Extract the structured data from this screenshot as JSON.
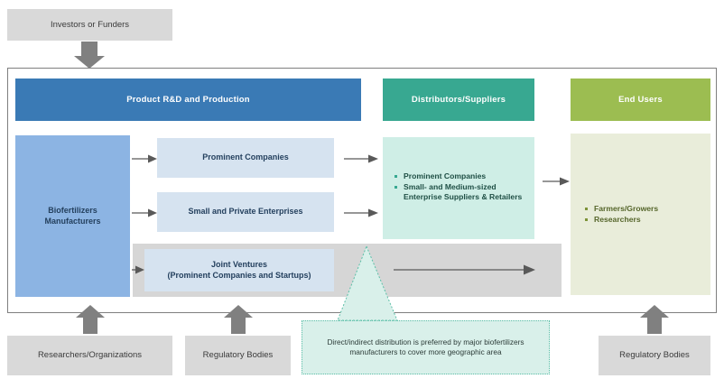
{
  "diagram": {
    "title_absent": true,
    "colors": {
      "header_blue": "#3a7ab5",
      "header_teal": "#38a891",
      "header_green": "#9cbd51",
      "panel_blue": "#8cb4e3",
      "box_lightblue": "#d6e3f0",
      "panel_lightteal": "#cfeee6",
      "panel_lightgreen": "#e9edda",
      "grey_box": "#d9d9d9",
      "grey_band": "#d6d6d6",
      "arrow_grey": "#808080",
      "arrow_dark": "#595959",
      "callout_fill": "#d9f0ea",
      "callout_border": "#5cbfa8",
      "frame_border": "#7f7f7f"
    },
    "top_stakeholder": {
      "label": "Investors or Funders"
    },
    "columns": [
      {
        "id": "product-rnd-production",
        "header": "Product R&D and Production"
      },
      {
        "id": "distributors-suppliers",
        "header": "Distributors/Suppliers"
      },
      {
        "id": "end-users",
        "header": "End Users"
      }
    ],
    "manufacturers_panel": {
      "label": "Biofertilizers\nManufacturers",
      "line1": "Biofertilizers",
      "line2": "Manufacturers"
    },
    "production_boxes": [
      {
        "id": "prominent-companies",
        "label": "Prominent Companies"
      },
      {
        "id": "small-private-enterprises",
        "label": "Small and Private Enterprises"
      },
      {
        "id": "joint-ventures",
        "line1": "Joint Ventures",
        "line2": "(Prominent Companies and Startups)"
      }
    ],
    "distributors_items": [
      "Prominent Companies",
      "Small- and Medium-sized Enterprise Suppliers & Retailers"
    ],
    "distributors_items_display": [
      {
        "l1": "Prominent Companies",
        "l2": ""
      },
      {
        "l1": "Small- and Medium-sized",
        "l2": "Enterprise Suppliers & Retailers"
      }
    ],
    "end_users_items": [
      "Farmers/Growers",
      "Researchers"
    ],
    "callout": {
      "line1": "Direct/indirect distribution is preferred by major biofertilizers",
      "line2": "manufacturers to cover more geographic area"
    },
    "bottom_stakeholders": [
      {
        "id": "researchers-organizations",
        "label": "Researchers/Organizations"
      },
      {
        "id": "regulatory-bodies-left",
        "label": "Regulatory Bodies"
      },
      {
        "id": "regulatory-bodies-right",
        "label": "Regulatory Bodies"
      }
    ]
  }
}
